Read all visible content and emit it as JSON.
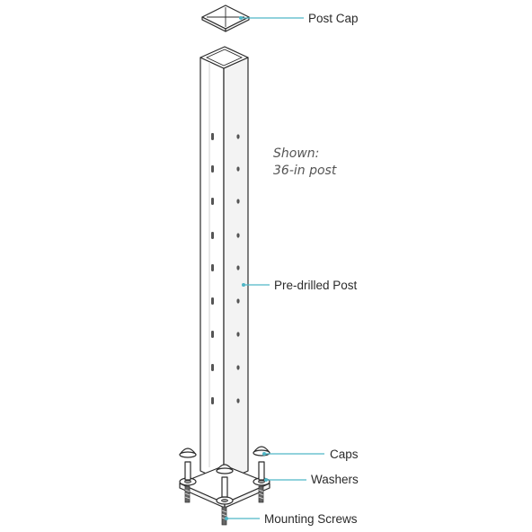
{
  "note": {
    "line1": "Shown:",
    "line2": "36-in post"
  },
  "labels": {
    "post_cap": "Post Cap",
    "post": "Pre-drilled Post",
    "caps": "Caps",
    "washers": "Washers",
    "screws": "Mounting Screws"
  },
  "colors": {
    "leader": "#4fb6c6",
    "outline": "#2b2b2b"
  }
}
